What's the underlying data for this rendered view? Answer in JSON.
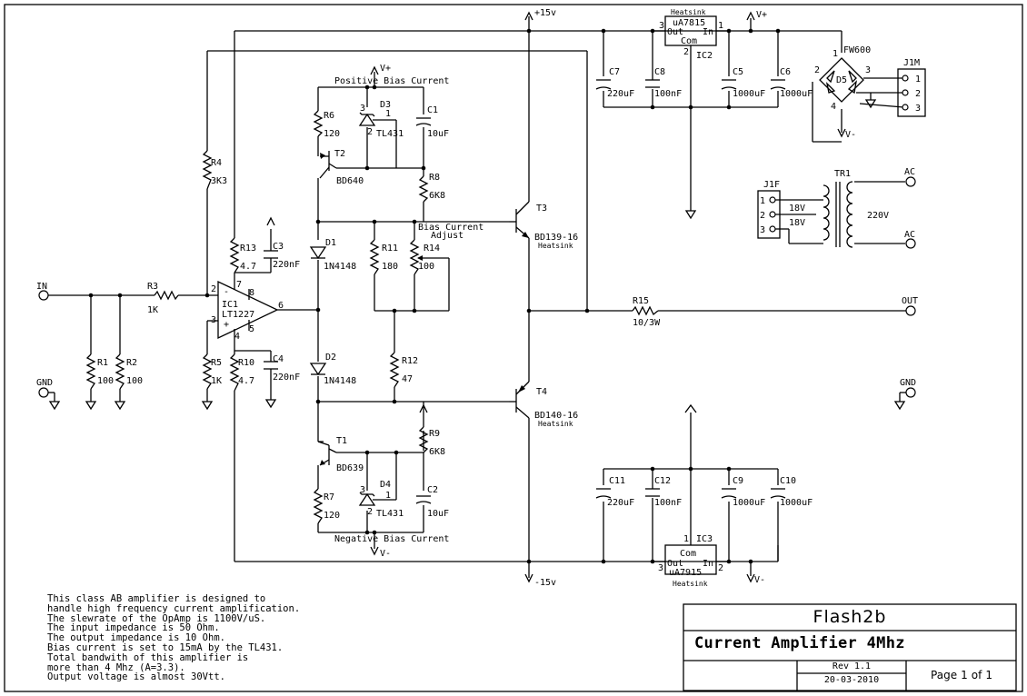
{
  "colors": {
    "line": "#000000",
    "background": "#ffffff"
  },
  "rails": {
    "pos15": "+15v",
    "neg15": "-15v",
    "vplus": "V+",
    "vminus": "V-"
  },
  "ports": {
    "in": "IN",
    "out": "OUT",
    "gnd_left": "GND",
    "gnd_right": "GND",
    "ac_top": "AC",
    "ac_bottom": "AC"
  },
  "bias": {
    "positive": "Positive Bias Current",
    "negative": "Negative Bias Current",
    "adjust_1": "Bias Current",
    "adjust_2": "Adjust"
  },
  "resistors": [
    {
      "ref": "R1",
      "val": "100"
    },
    {
      "ref": "R2",
      "val": "100"
    },
    {
      "ref": "R3",
      "val": "1K"
    },
    {
      "ref": "R4",
      "val": "3K3"
    },
    {
      "ref": "R5",
      "val": "1K"
    },
    {
      "ref": "R6",
      "val": "120"
    },
    {
      "ref": "R7",
      "val": "120"
    },
    {
      "ref": "R8",
      "val": "6K8"
    },
    {
      "ref": "R9",
      "val": "6K8"
    },
    {
      "ref": "R10",
      "val": "4.7"
    },
    {
      "ref": "R11",
      "val": "180"
    },
    {
      "ref": "R12",
      "val": "47"
    },
    {
      "ref": "R13",
      "val": "4.7"
    },
    {
      "ref": "R14",
      "val": "100"
    },
    {
      "ref": "R15",
      "val": "10/3W"
    }
  ],
  "capacitors": [
    {
      "ref": "C1",
      "val": "10uF"
    },
    {
      "ref": "C2",
      "val": "10uF"
    },
    {
      "ref": "C3",
      "val": "220nF"
    },
    {
      "ref": "C4",
      "val": "220nF"
    },
    {
      "ref": "C5",
      "val": "1000uF"
    },
    {
      "ref": "C6",
      "val": "1000uF"
    },
    {
      "ref": "C7",
      "val": "220uF"
    },
    {
      "ref": "C8",
      "val": "100nF"
    },
    {
      "ref": "C9",
      "val": "1000uF"
    },
    {
      "ref": "C10",
      "val": "1000uF"
    },
    {
      "ref": "C11",
      "val": "220uF"
    },
    {
      "ref": "C12",
      "val": "100nF"
    }
  ],
  "diodes": {
    "d1": "D1",
    "d1_type": "1N4148",
    "d2": "D2",
    "d2_type": "1N4148",
    "d3": "D3",
    "d4": "D4",
    "tl431": "TL431"
  },
  "transistors": {
    "t1": "T1",
    "t1_type": "BD639",
    "t2": "T2",
    "t2_type": "BD640",
    "t3": "T3",
    "t3_type": "BD139-16",
    "t4": "T4",
    "t4_type": "BD140-16",
    "heatsink": "Heatsink"
  },
  "opamp": {
    "ref": "IC1",
    "type": "LT1227",
    "minus": "-",
    "plus": "+"
  },
  "regulators": {
    "ic2": "IC2",
    "ic2_type": "uA7815",
    "ic3": "IC3",
    "ic3_type": "uA7915",
    "out": "Out",
    "in": "In",
    "com": "Com",
    "heatsink": "Heatsink"
  },
  "bridge": {
    "ref": "D5",
    "type": "FW600"
  },
  "connectors": {
    "j1m": "J1M",
    "j1f": "J1F"
  },
  "transformer": {
    "ref": "TR1",
    "sec1": "18V",
    "sec2": "18V",
    "primary": "220V"
  },
  "pins": {
    "p1": "1",
    "p2": "2",
    "p3": "3",
    "p4": "4",
    "p5": "5",
    "p6": "6",
    "p7": "7",
    "p8": "8",
    "tilde": "~"
  },
  "description": [
    "This class AB amplifier is designed to",
    "handle high frequency current amplification.",
    "The slewrate of the OpAmp is 1100V/uS.",
    "The input impedance is 50 Ohm.",
    "The output impedance is 10 Ohm.",
    "Bias current is set to 15mA by the TL431.",
    "Total bandwith of this amplifier is",
    "more than 4 Mhz (A=3.3).",
    "Output voltage is almost 30Vtt."
  ],
  "title_block": {
    "company": "Flash2b",
    "title": "Current Amplifier 4Mhz",
    "rev": "Rev 1.1",
    "date": "20-03-2010",
    "page_word": "Page",
    "page_num": "1",
    "page_of": "of",
    "page_total": "1"
  }
}
